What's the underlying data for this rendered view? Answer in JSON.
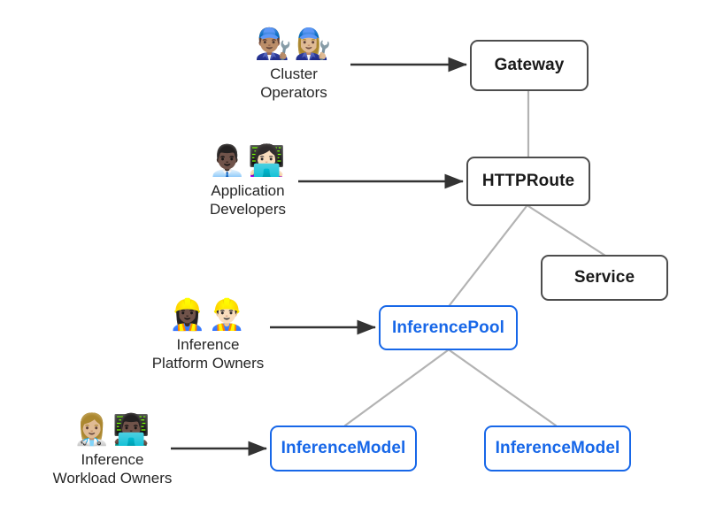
{
  "diagram": {
    "title": "Gateway API Inference Extension roles and resources",
    "background": "#ffffff",
    "colors": {
      "core_border": "#4d4d4d",
      "core_text": "#1a1a1a",
      "inference_border": "#1767e8",
      "inference_text": "#1767e8",
      "edge": "#b3b3b3",
      "arrow": "#333333",
      "label_text": "#262626"
    }
  },
  "personas": [
    {
      "id": "cluster-operators",
      "emojis": "👨🏽‍🔧👩🏼‍🔧",
      "icon_names": "man-mechanic-icon woman-mechanic-icon",
      "line1": "Cluster",
      "line2": "Operators",
      "targets": "Gateway"
    },
    {
      "id": "application-developers",
      "emojis": "👨🏿‍💼👩🏻‍💻",
      "icon_names": "man-office-worker-icon woman-technologist-icon",
      "line1": "Application",
      "line2": "Developers",
      "targets": "HTTPRoute"
    },
    {
      "id": "inference-platform-owners",
      "emojis": "👷🏿‍♀️👷🏻‍♂️",
      "icon_names": "woman-construction-worker-icon man-construction-worker-icon",
      "line1": "Inference",
      "line2": "Platform Owners",
      "targets": "InferencePool"
    },
    {
      "id": "inference-workload-owners",
      "emojis": "👩🏼‍⚕️👨🏿‍💻",
      "icon_names": "woman-health-worker-icon man-technologist-icon",
      "line1": "Inference",
      "line2": "Workload Owners",
      "targets": "InferenceModel"
    }
  ],
  "nodes": [
    {
      "id": "gateway",
      "label": "Gateway",
      "kind": "core"
    },
    {
      "id": "httproute",
      "label": "HTTPRoute",
      "kind": "core"
    },
    {
      "id": "service",
      "label": "Service",
      "kind": "core"
    },
    {
      "id": "inferencepool",
      "label": "InferencePool",
      "kind": "inference"
    },
    {
      "id": "inferencemodel-1",
      "label": "InferenceModel",
      "kind": "inference"
    },
    {
      "id": "inferencemodel-2",
      "label": "InferenceModel",
      "kind": "inference"
    }
  ],
  "edges": [
    {
      "id": "gateway-httproute",
      "from": "Gateway",
      "to": "HTTPRoute",
      "style": "plain"
    },
    {
      "id": "httproute-inferencepool",
      "from": "HTTPRoute",
      "to": "InferencePool",
      "style": "plain"
    },
    {
      "id": "httproute-service",
      "from": "HTTPRoute",
      "to": "Service",
      "style": "plain"
    },
    {
      "id": "inferencepool-inferencemodel-1",
      "from": "InferencePool",
      "to": "InferenceModel",
      "style": "plain"
    },
    {
      "id": "inferencepool-inferencemodel-2",
      "from": "InferencePool",
      "to": "InferenceModel",
      "style": "plain"
    }
  ],
  "arrows": [
    {
      "id": "arrow-cluster-operators-gateway",
      "from": "Cluster Operators",
      "to": "Gateway"
    },
    {
      "id": "arrow-application-developers-httproute",
      "from": "Application Developers",
      "to": "HTTPRoute"
    },
    {
      "id": "arrow-inference-platform-owners-inferencepool",
      "from": "Inference Platform Owners",
      "to": "InferencePool"
    },
    {
      "id": "arrow-inference-workload-owners-inferencemodel",
      "from": "Inference Workload Owners",
      "to": "InferenceModel"
    }
  ]
}
